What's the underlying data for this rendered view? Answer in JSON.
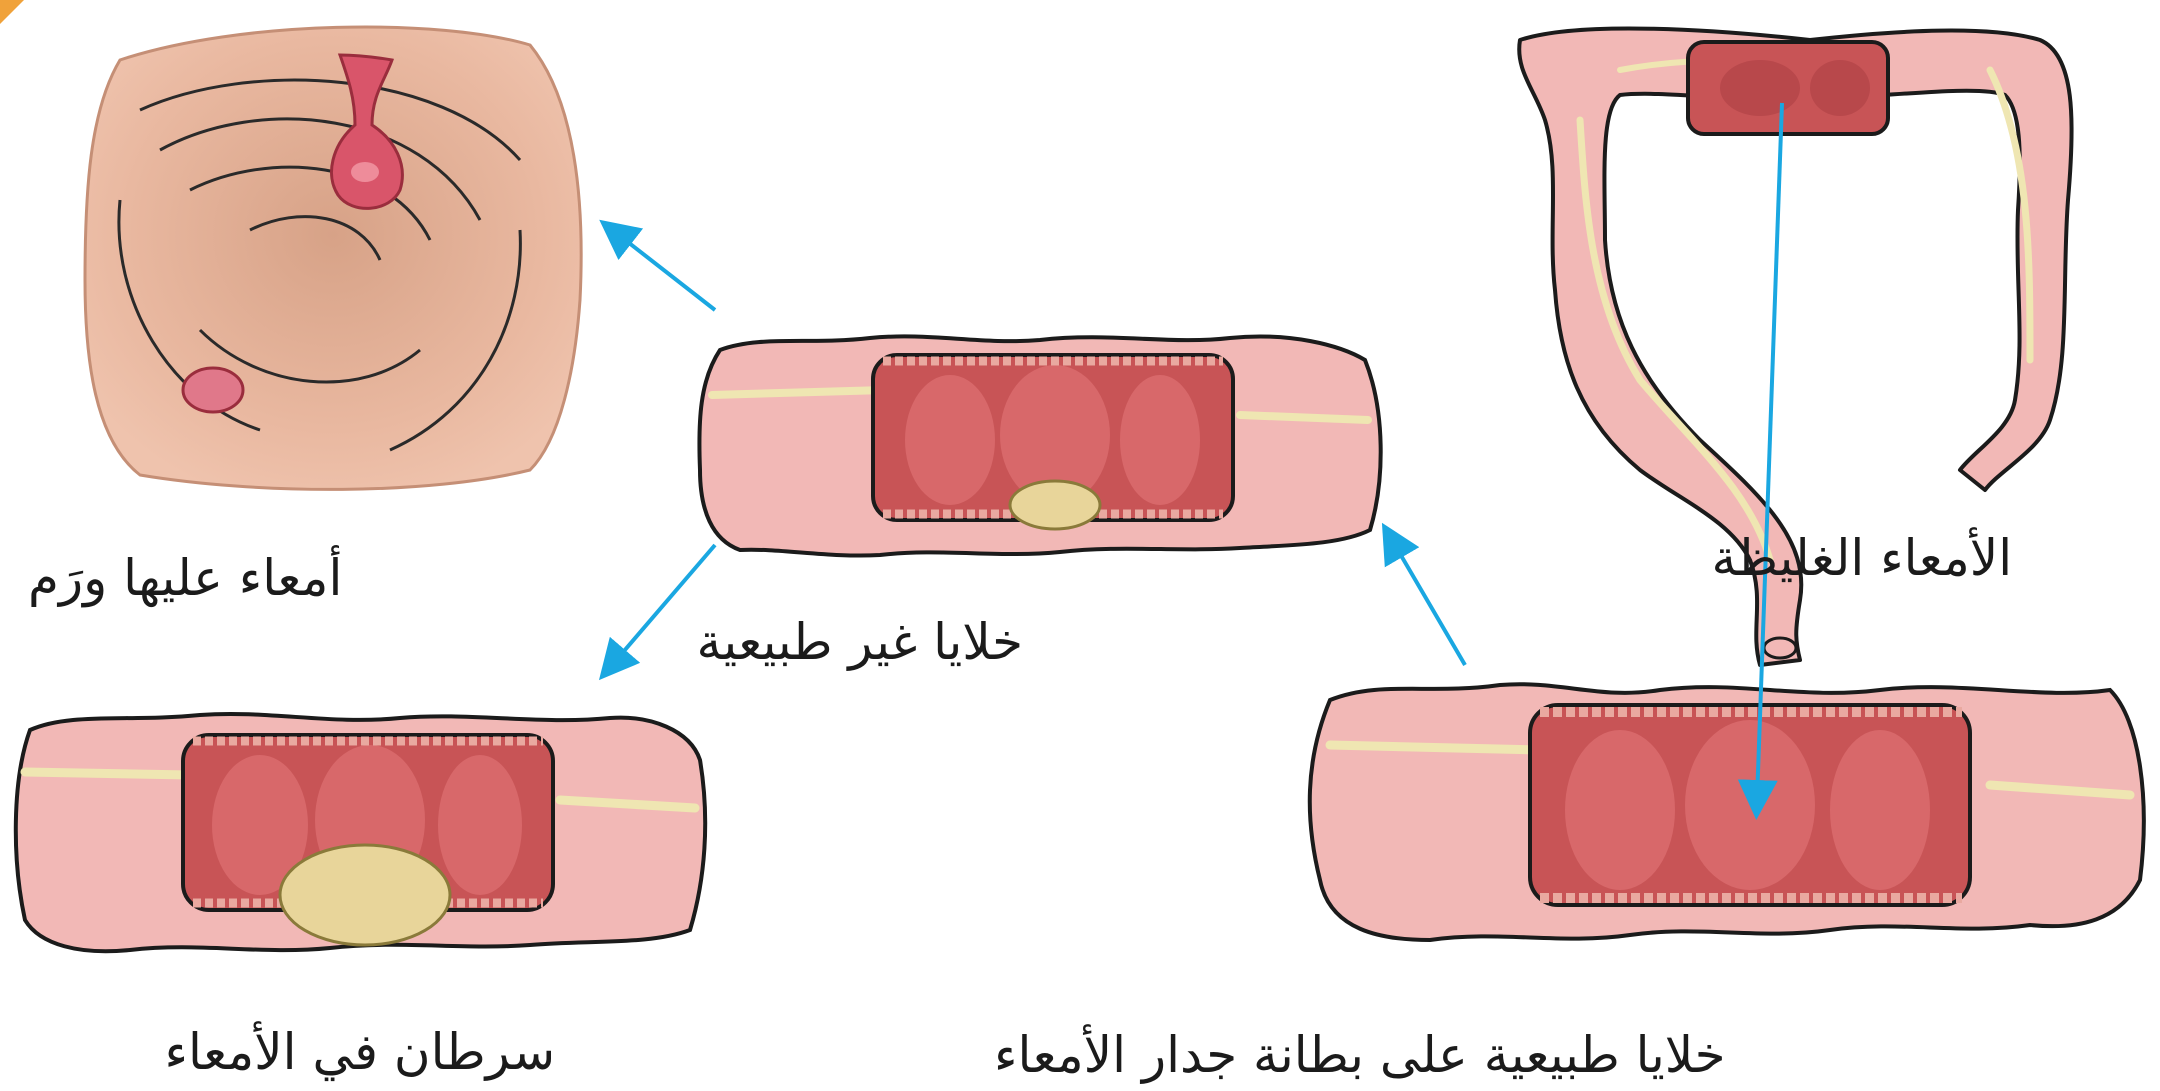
{
  "labels": {
    "large_intestine": "الأمعاء الغليظة",
    "normal_cells": "خلايا طبيعية على بطانة جدار الأمعاء",
    "abnormal_cells": "خلايا غير طبيعية",
    "polyps": "أمعاء عليها ورَم",
    "cancer": "سرطان في الأمعاء"
  },
  "colors": {
    "arrow": "#1aa7e1",
    "bowel_outer": "#f2b8b6",
    "bowel_shadow": "#e5a09e",
    "lumen": "#c85456",
    "lumen_dark": "#a63c3f",
    "tumor": "#e8d59a",
    "polyp": "#d9556a",
    "interior": "#e6b39b"
  },
  "icons": {
    "large_intestine": "colon-icon",
    "arrow": "arrow-icon"
  }
}
